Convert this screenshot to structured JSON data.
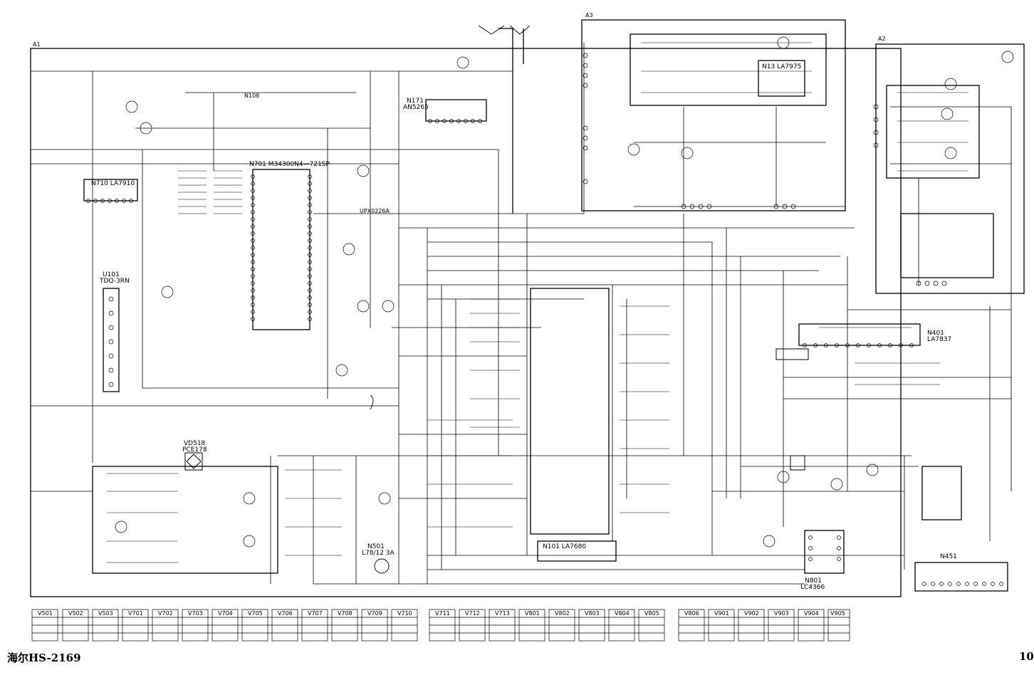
{
  "title": "海尔HS-2169",
  "page_number": "10",
  "blocks": {
    "a1": "A1",
    "a2": "A2",
    "a3": "A3"
  },
  "ics": {
    "n701": "N701   M34300N4—721SP",
    "n710": "N710   LA7910",
    "n171": "N171",
    "n171_part": "AN5265",
    "n13": "N13   LA7975",
    "n401": "N401",
    "n401_part": "LA7837",
    "n101": "N101   LA7680",
    "n451": "N451",
    "n801": "N801",
    "n801_part": "LC4366",
    "n501": "N501",
    "n501_part": "L78/12   3A",
    "u101": "U101",
    "u101_part": "TDQ-3RN",
    "vd518": "VD518",
    "vd518_part": "PCE178",
    "n108": "N108",
    "ic_ir": "UPX0226A"
  },
  "voltage_tables": [
    "V501",
    "V502",
    "V503",
    "V701",
    "V702",
    "V703",
    "V704",
    "V705",
    "V706",
    "V707",
    "V708",
    "V709",
    "V710",
    "V711",
    "V712",
    "V713",
    "V801",
    "V802",
    "V803",
    "V804",
    "V805",
    "V806",
    "V901",
    "V902",
    "V903",
    "V904",
    "V905"
  ]
}
